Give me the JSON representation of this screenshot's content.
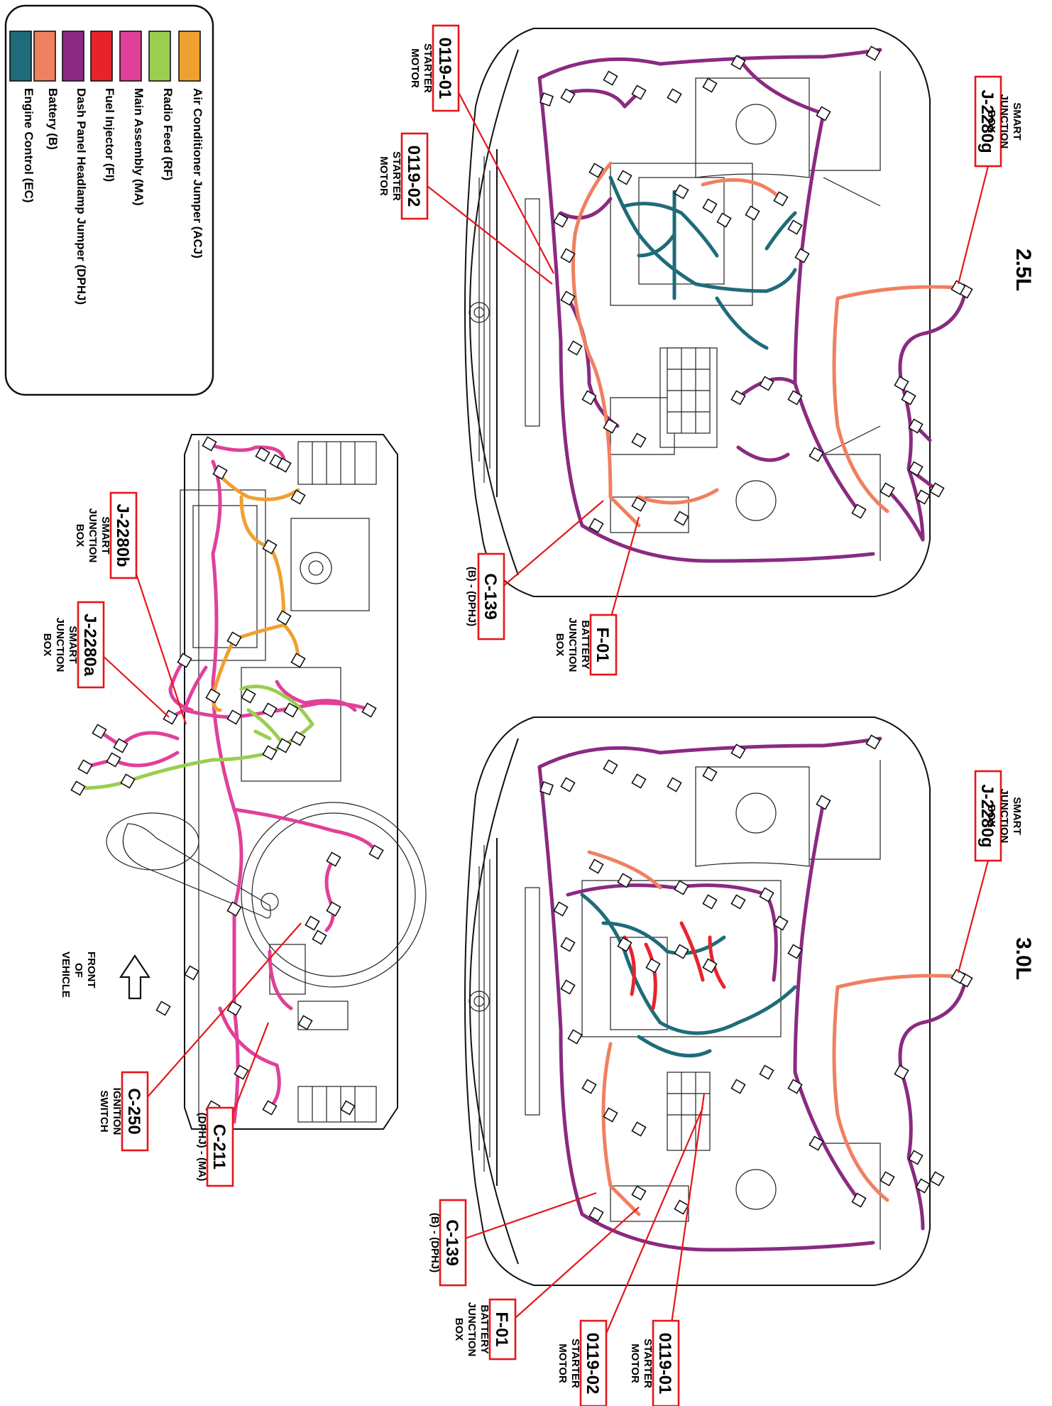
{
  "colors": {
    "engine_control": "#1f6b7a",
    "battery": "#f08060",
    "dash_panel_headlamp_jumper": "#8a2a82",
    "fuel_injector": "#e8242b",
    "main_assembly": "#e0409a",
    "radio_feed": "#9acd50",
    "air_conditioner_jumper": "#f0a030",
    "callout": "#e5161c"
  },
  "legend": [
    {
      "label": "Engine Control   (EC)",
      "color": "#1f6b7a"
    },
    {
      "label": "Battery (B)",
      "color": "#f08060"
    },
    {
      "label": "Dash Panel Headlamp Jumper (DPHJ)",
      "color": "#8a2a82"
    },
    {
      "label": "Fuel Injector  (FI)",
      "color": "#e8242b"
    },
    {
      "label": "Main Assembly (MA)",
      "color": "#e0409a"
    },
    {
      "label": "Radio Feed (RF)",
      "color": "#9acd50"
    },
    {
      "label": "Air Conditioner Jumper  (ACJ)",
      "color": "#f0a030"
    }
  ],
  "engine_labels": {
    "top": "2.5L",
    "bottom": "3.0L"
  },
  "callouts": {
    "top_starter_01": {
      "id": "0119-01",
      "desc": [
        "STARTER",
        "MOTOR"
      ]
    },
    "top_starter_02": {
      "id": "0119-02",
      "desc": [
        "STARTER",
        "MOTOR"
      ]
    },
    "top_j2280g": {
      "id": "J-2280g",
      "desc": [
        "SMART",
        "JUNCTION",
        "BOX"
      ]
    },
    "top_c139": {
      "id": "C-139",
      "desc": [
        "(B) - (DPHJ)"
      ]
    },
    "top_f01": {
      "id": "F-01",
      "desc": [
        "BATTERY",
        "JUNCTION",
        "BOX"
      ]
    },
    "bot_j2280g": {
      "id": "J-2280g",
      "desc": [
        "SMART",
        "JUNCTION",
        "BOX"
      ]
    },
    "bot_c139": {
      "id": "C-139",
      "desc": [
        "(B) - (DPHJ)"
      ]
    },
    "bot_f01": {
      "id": "F-01",
      "desc": [
        "BATTERY",
        "JUNCTION",
        "BOX"
      ]
    },
    "bot_starter_02": {
      "id": "0119-02",
      "desc": [
        "STARTER",
        "MOTOR"
      ]
    },
    "bot_starter_01": {
      "id": "0119-01",
      "desc": [
        "STARTER",
        "MOTOR"
      ]
    },
    "dash_j2280b": {
      "id": "J-2280b",
      "desc": [
        "SMART",
        "JUNCTION",
        "BOX"
      ]
    },
    "dash_j2280a": {
      "id": "J-2280a",
      "desc": [
        "SMART",
        "JUNCTION",
        "BOX"
      ]
    },
    "dash_c250": {
      "id": "C-250",
      "desc": [
        "IGNITION",
        "SWITCH"
      ]
    },
    "dash_c211": {
      "id": "C-211",
      "desc": [
        "(DPHJ) - (MA)"
      ]
    }
  },
  "front_of_vehicle": [
    "FRONT",
    "OF",
    "VEHICLE"
  ]
}
